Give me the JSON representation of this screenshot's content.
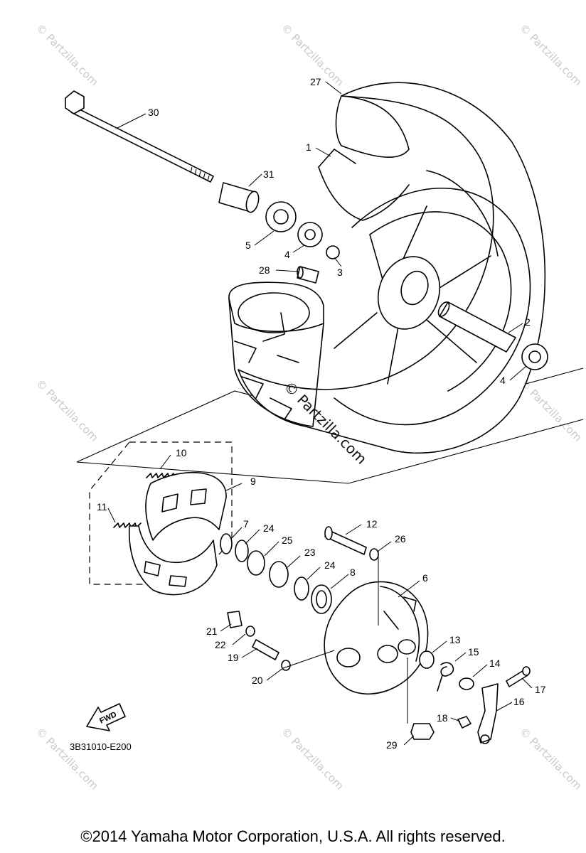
{
  "watermark": {
    "text": "© Partzilla.com",
    "center_text": "© Partzilla.com"
  },
  "diagram_code": "3B31010-E200",
  "fwd_label": "FWD",
  "footer": "©2014  Yamaha Motor Corporation, U.S.A. All rights reserved.",
  "callouts": {
    "c1": "1",
    "c2": "2",
    "c3": "3",
    "c4a": "4",
    "c4b": "4",
    "c5": "5",
    "c6": "6",
    "c7": "7",
    "c8": "8",
    "c9": "9",
    "c10": "10",
    "c11": "11",
    "c12": "12",
    "c13": "13",
    "c14": "14",
    "c15": "15",
    "c16": "16",
    "c17": "17",
    "c18": "18",
    "c19": "19",
    "c20": "20",
    "c21": "21",
    "c22": "22",
    "c23": "23",
    "c24a": "24",
    "c24b": "24",
    "c25": "25",
    "c26": "26",
    "c27": "27",
    "c28": "28",
    "c29": "29",
    "c30": "30",
    "c31": "31"
  }
}
